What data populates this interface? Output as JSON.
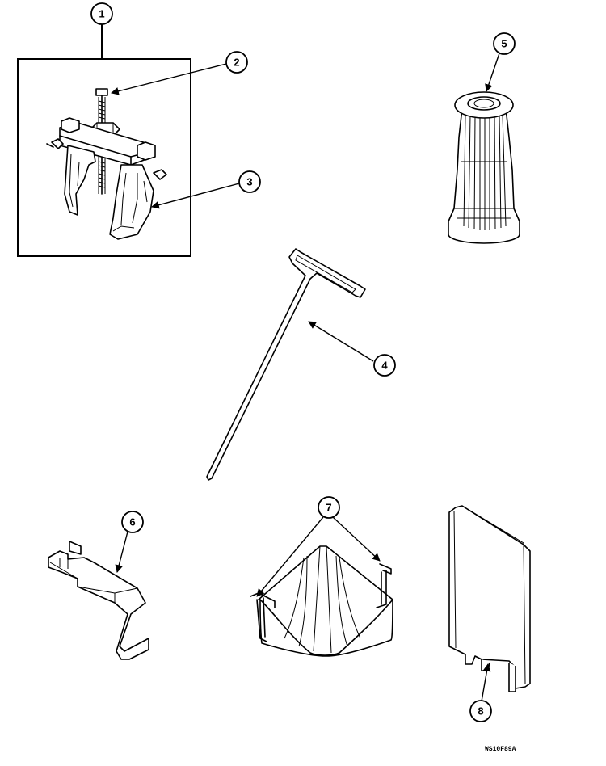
{
  "callouts": [
    {
      "id": "1",
      "label": "1"
    },
    {
      "id": "2",
      "label": "2"
    },
    {
      "id": "3",
      "label": "3"
    },
    {
      "id": "4",
      "label": "4"
    },
    {
      "id": "5",
      "label": "5"
    },
    {
      "id": "6",
      "label": "6"
    },
    {
      "id": "7",
      "label": "7"
    },
    {
      "id": "8",
      "label": "8"
    }
  ],
  "drawing_code": "WS10F89A"
}
